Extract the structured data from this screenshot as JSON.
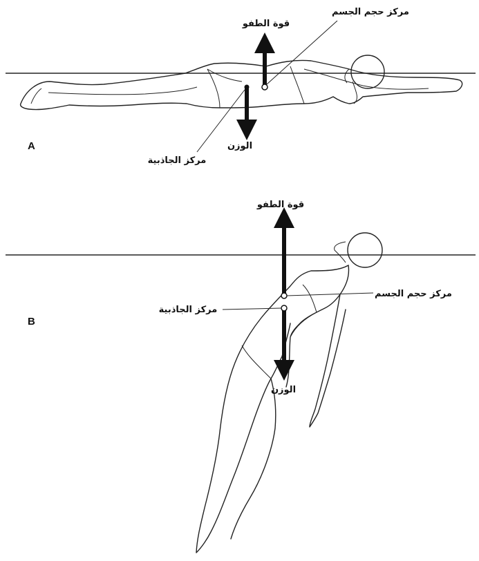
{
  "panels": [
    {
      "letter": "A",
      "labels": {
        "buoyancy": "قوة الطفو",
        "center_of_volume": "مركز حجم الجسم",
        "weight": "الوزن",
        "center_of_gravity": "مركز الجاذبية"
      }
    },
    {
      "letter": "B",
      "labels": {
        "buoyancy": "قوة الطفو",
        "center_of_volume": "مركز حجم الجسم",
        "weight": "الوزن",
        "center_of_gravity": "مركز الجاذبية"
      }
    }
  ],
  "colors": {
    "ink": "#111111",
    "background": "#ffffff"
  }
}
